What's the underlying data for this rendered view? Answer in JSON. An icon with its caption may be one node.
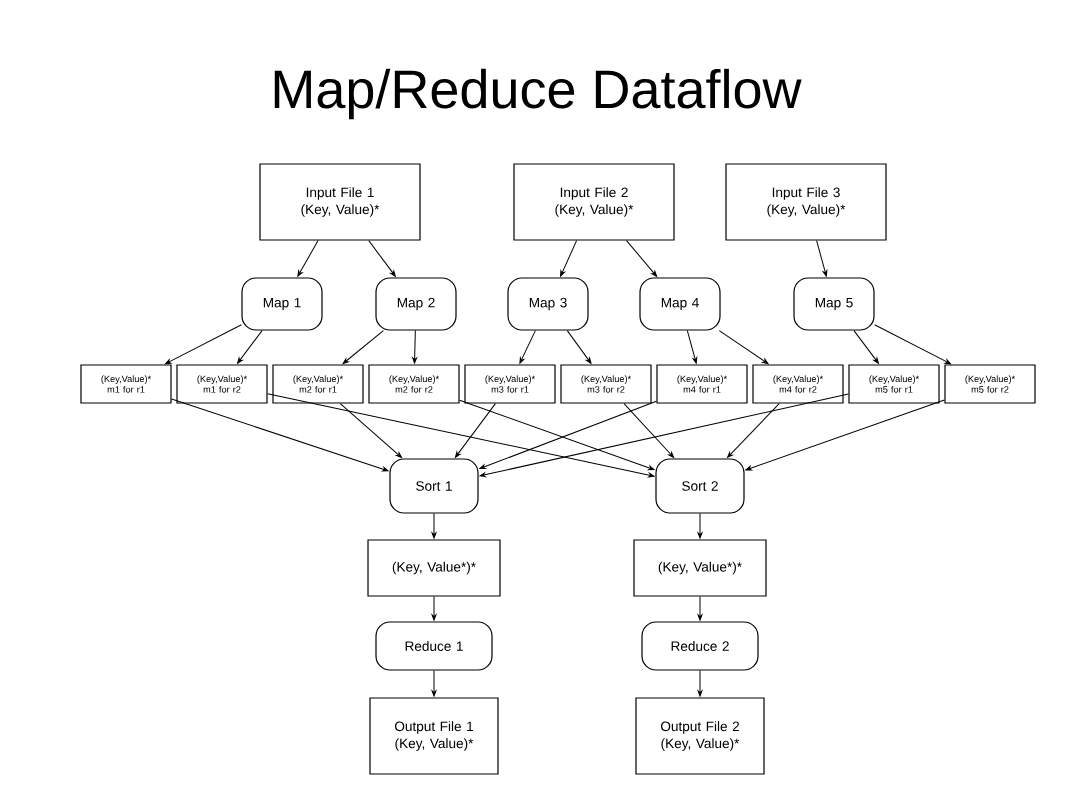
{
  "diagram": {
    "title": "Map/Reduce Dataflow",
    "nodes": [
      {
        "text": [
          "Input File 1 (Key, Value)*"
        ]
      },
      {
        "text": [
          "Input File 2 (Key, Value)*"
        ]
      },
      {
        "text": [
          "Input File 3 (Key, Value)*"
        ]
      },
      {
        "text": [
          "Map 1"
        ]
      },
      {
        "text": [
          "Map 2"
        ]
      },
      {
        "text": [
          "Map 3"
        ]
      },
      {
        "text": [
          "Map 4"
        ]
      },
      {
        "text": [
          "Map 5"
        ]
      },
      {
        "text": [
          "(Key,Value)* m1 for r1"
        ]
      },
      {
        "text": [
          "(Key,Value)* m1 for r2"
        ]
      },
      {
        "text": [
          "(Key,Value)* m2 for r1"
        ]
      },
      {
        "text": [
          "(Key,Value)* m2 for r2"
        ]
      },
      {
        "text": [
          "(Key,Value)* m3 for r1"
        ]
      },
      {
        "text": [
          "(Key,Value)* m3 for r2"
        ]
      },
      {
        "text": [
          "(Key,Value)* m4 for r1"
        ]
      },
      {
        "text": [
          "(Key,Value)* m4 for r2"
        ]
      },
      {
        "text": [
          "(Key,Value)* m5 for r1"
        ]
      },
      {
        "text": [
          "(Key,Value)* m5 for r2"
        ]
      },
      {
        "text": [
          "Sort 1"
        ]
      },
      {
        "text": [
          "Sort 2"
        ]
      },
      {
        "text": [
          "(Key, Value*)*"
        ]
      },
      {
        "text": [
          "(Key, Value*)*"
        ]
      },
      {
        "text": [
          "Reduce 1"
        ]
      },
      {
        "text": [
          "Reduce 2"
        ]
      },
      {
        "text": [
          "Output File 1 (Key, Value)*"
        ]
      },
      {
        "text": [
          "Output File 2 (Key, Value)*"
        ]
      }
    ],
    "edges": [
      {
        "from": 0,
        "to": 3,
        "arrow": "to"
      },
      {
        "from": 0,
        "to": 4,
        "arrow": "to"
      },
      {
        "from": 1,
        "to": 5,
        "arrow": "to"
      },
      {
        "from": 1,
        "to": 6,
        "arrow": "to"
      },
      {
        "from": 2,
        "to": 7,
        "arrow": "to"
      },
      {
        "from": 3,
        "to": 8,
        "arrow": "to"
      },
      {
        "from": 3,
        "to": 9,
        "arrow": "to"
      },
      {
        "from": 4,
        "to": 10,
        "arrow": "to"
      },
      {
        "from": 4,
        "to": 11,
        "arrow": "to"
      },
      {
        "from": 5,
        "to": 12,
        "arrow": "to"
      },
      {
        "from": 5,
        "to": 13,
        "arrow": "to"
      },
      {
        "from": 6,
        "to": 14,
        "arrow": "to"
      },
      {
        "from": 6,
        "to": 15,
        "arrow": "to"
      },
      {
        "from": 7,
        "to": 16,
        "arrow": "to"
      },
      {
        "from": 7,
        "to": 17,
        "arrow": "to"
      },
      {
        "from": 8,
        "to": 18,
        "arrow": "to"
      },
      {
        "from": 10,
        "to": 18,
        "arrow": "to"
      },
      {
        "from": 12,
        "to": 18,
        "arrow": "to"
      },
      {
        "from": 14,
        "to": 18,
        "arrow": "to"
      },
      {
        "from": 16,
        "to": 18,
        "arrow": "to"
      },
      {
        "from": 9,
        "to": 19,
        "arrow": "to"
      },
      {
        "from": 11,
        "to": 19,
        "arrow": "to"
      },
      {
        "from": 13,
        "to": 19,
        "arrow": "to"
      },
      {
        "from": 15,
        "to": 19,
        "arrow": "to"
      },
      {
        "from": 17,
        "to": 19,
        "arrow": "to"
      },
      {
        "from": 18,
        "to": 20,
        "arrow": "to"
      },
      {
        "from": 19,
        "to": 21,
        "arrow": "to"
      },
      {
        "from": 20,
        "to": 22,
        "arrow": "to"
      },
      {
        "from": 21,
        "to": 23,
        "arrow": "to"
      },
      {
        "from": 22,
        "to": 24,
        "arrow": "to"
      },
      {
        "from": 23,
        "to": 25,
        "arrow": "to"
      }
    ]
  }
}
